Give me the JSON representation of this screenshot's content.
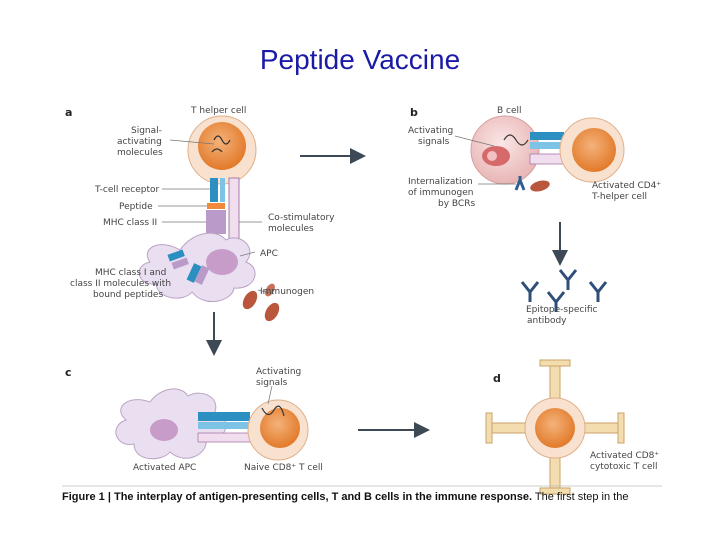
{
  "title": "Peptide Vaccine",
  "panels": {
    "a": {
      "letter": "a",
      "t_helper_cell": "T helper cell",
      "signal_activating_1": "Signal-",
      "signal_activating_2": "activating",
      "signal_activating_3": "molecules",
      "t_cell_receptor": "T-cell receptor",
      "peptide": "Peptide",
      "mhc_class_ii": "MHC class II",
      "costim_1": "Co-stimulatory",
      "costim_2": "molecules",
      "apc": "APC",
      "mhc_bound_1": "MHC class I and",
      "mhc_bound_2": "class II molecules with",
      "mhc_bound_3": "bound peptides",
      "immunogen": "Immunogen"
    },
    "b": {
      "letter": "b",
      "b_cell": "B cell",
      "activating_1": "Activating",
      "activating_2": "signals",
      "internal_1": "Internalization",
      "internal_2": "of immunogen",
      "internal_3": "by BCRs",
      "activated_cd4_1": "Activated CD4⁺",
      "activated_cd4_2": "T-helper cell",
      "epitope_1": "Epitope-specific",
      "epitope_2": "antibody"
    },
    "c": {
      "letter": "c",
      "activating_1": "Activating",
      "activating_2": "signals",
      "activated_apc": "Activated APC",
      "naive_cd8": "Naive CD8⁺ T cell"
    },
    "d": {
      "letter": "d",
      "activated_cd8_1": "Activated CD8⁺",
      "activated_cd8_2": "cytotoxic T cell"
    }
  },
  "caption": {
    "lead": "Figure 1 | The interplay of antigen-presenting cells, T and B cells in the immune response.",
    "rest": " The first step in the"
  },
  "colors": {
    "title": "#1a1aa6",
    "t_cell_outer": "#f6dcc6",
    "t_cell_inner": "#e98a3c",
    "b_cell_outer": "#f3d3d3",
    "apc_fill": "#eadff0",
    "receptor_blue": "#2b8fc2",
    "mhc_purple": "#b99ac9",
    "arrow": "#3d4a55"
  }
}
